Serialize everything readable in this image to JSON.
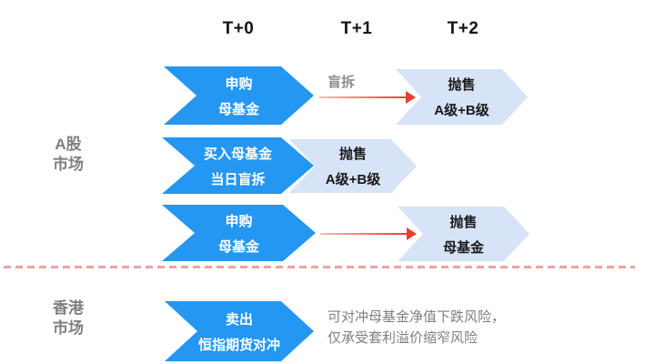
{
  "header": {
    "columns": [
      "T+0",
      "T+1",
      "T+2"
    ]
  },
  "sections": {
    "a_share": {
      "line1": "A股",
      "line2": "市场"
    },
    "hong_kong": {
      "line1": "香港",
      "line2": "市场"
    }
  },
  "rows": [
    {
      "blue_line1": "申购",
      "blue_line2": "母基金",
      "arrow_label": "盲拆",
      "light_line1": "抛售",
      "light_line2": "A级+B级"
    },
    {
      "blue_line1": "买入母基金",
      "blue_line2": "当日盲拆",
      "light_line1": "抛售",
      "light_line2": "A级+B级"
    },
    {
      "blue_line1": "申购",
      "blue_line2": "母基金",
      "light_line1": "抛售",
      "light_line2": "母基金"
    }
  ],
  "hong_kong_row": {
    "blue_line1": "卖出",
    "blue_line2": "恒指期货对冲",
    "note_line1": "可对冲母基金净值下跌风险，",
    "note_line2": "仅承受套利溢价缩窄风险"
  },
  "colors": {
    "chevron_blue": "#2397F2",
    "chevron_light_blue": "#D7E3F6",
    "red_arrow": "#ED3B31",
    "divider_pink": "#EDA3A3",
    "gray_text": "#7F7F7F"
  }
}
